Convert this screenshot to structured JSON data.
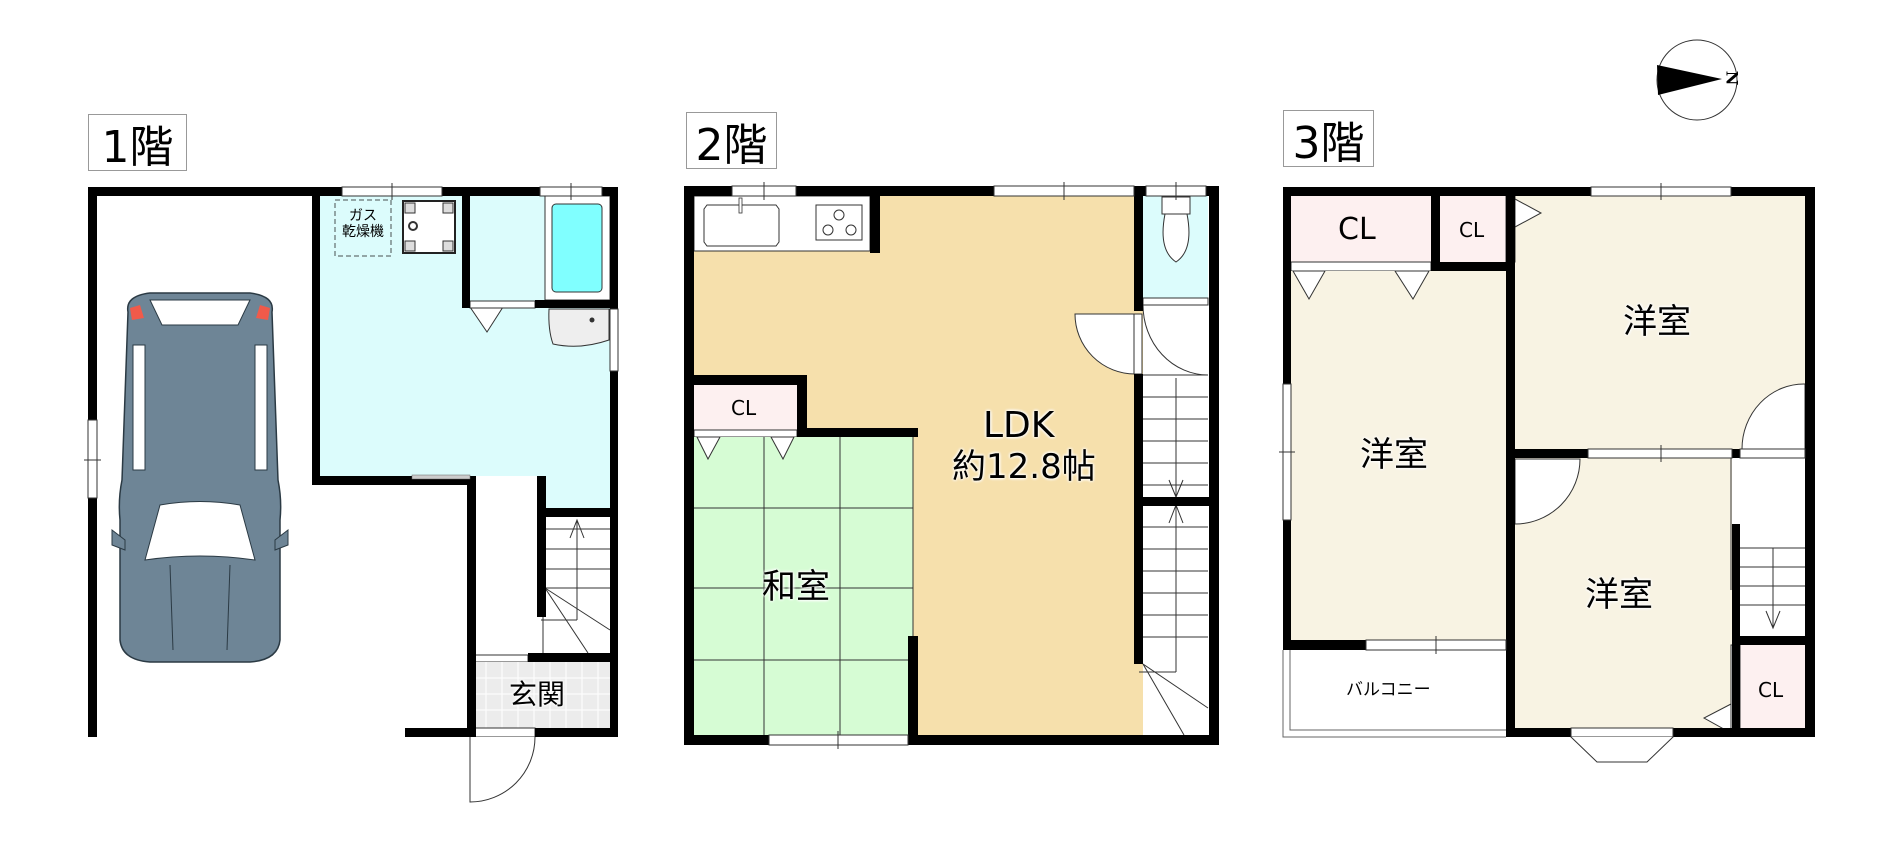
{
  "compass": {
    "label": "N",
    "direction": "east"
  },
  "floors": [
    {
      "id": "1F",
      "title": "1階",
      "rooms": {
        "garage": {
          "label": "",
          "has_car": true
        },
        "utility": {
          "label": "",
          "dryer": "ガス\n乾燥機",
          "dryer_line1": "ガス",
          "dryer_line2": "乾燥機"
        },
        "entrance": {
          "label": "玄関"
        }
      }
    },
    {
      "id": "2F",
      "title": "2階",
      "rooms": {
        "closet": {
          "label": "CL"
        },
        "washitsu": {
          "label": "和室"
        },
        "ldk": {
          "label": "LDK",
          "size": "約12.8帖"
        }
      }
    },
    {
      "id": "3F",
      "title": "3階",
      "rooms": {
        "closet_a": {
          "label": "CL"
        },
        "closet_b": {
          "label": "CL"
        },
        "closet_c": {
          "label": "CL"
        },
        "western_left": {
          "label": "洋室"
        },
        "western_upper_right": {
          "label": "洋室"
        },
        "western_lower_right": {
          "label": "洋室"
        },
        "balcony": {
          "label": "バルコニー"
        }
      }
    }
  ],
  "colors": {
    "wall": "#000000",
    "wet_area": "#dcfcfc",
    "bathtub": "#80ffff",
    "ldk": "#f6e0ac",
    "washitsu": "#d6fcd4",
    "closet": "#fdf0f0",
    "western": "#f8f3e3",
    "entrance_tile": "#ececec",
    "car_body": "#6e8596",
    "car_light": "#f05a4a"
  }
}
